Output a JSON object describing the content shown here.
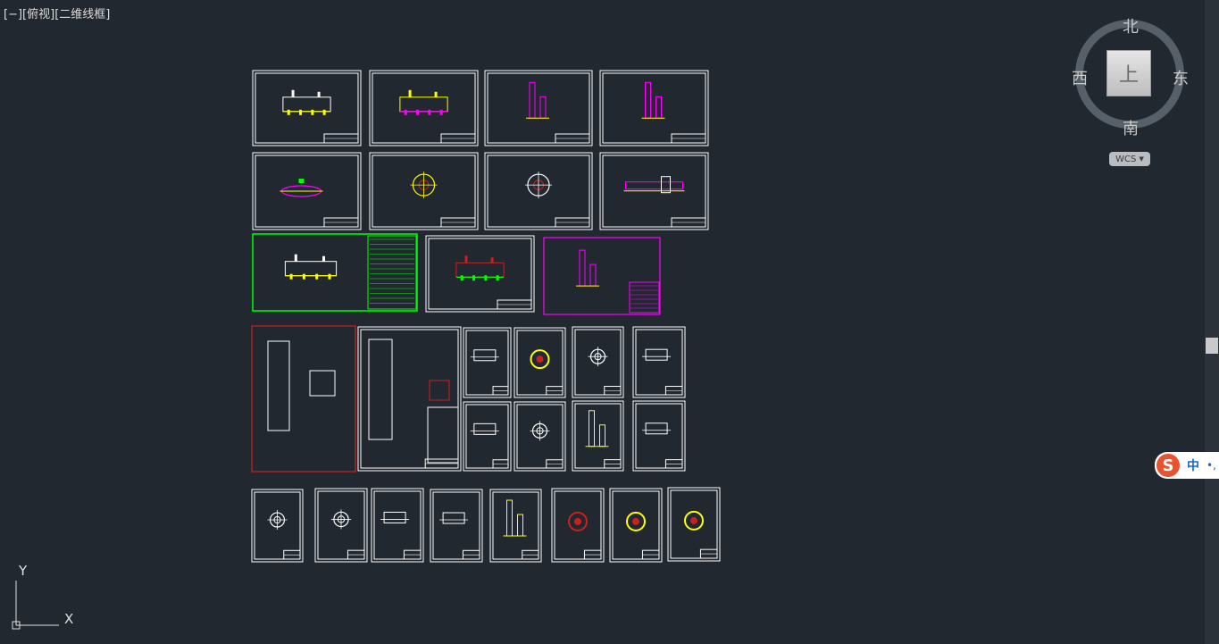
{
  "viewport": {
    "label_minus": "[−]",
    "label_view": "[俯视]",
    "label_style": "[二维线框]"
  },
  "viewcube": {
    "north": "北",
    "south": "南",
    "west": "西",
    "east": "东",
    "face": "上",
    "wcs": "WCS"
  },
  "ucs": {
    "y_label": "Y",
    "x_label": "X"
  },
  "ime": {
    "mode": "中",
    "punct": "•,"
  },
  "colors": {
    "background": "#212830",
    "frame": "#ffffff",
    "yellow": "#ffff00",
    "magenta": "#ff00ff",
    "green": "#00ff00",
    "red": "#cc2020",
    "cyan": "#00ffff"
  }
}
